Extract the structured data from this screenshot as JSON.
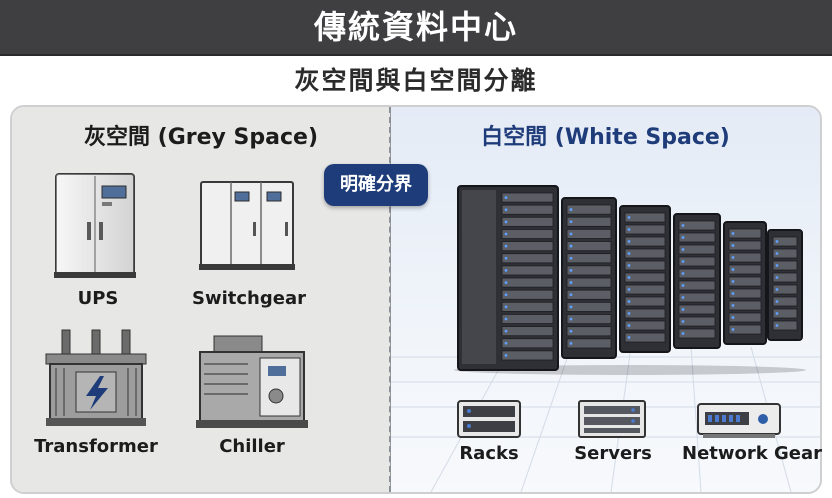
{
  "header": {
    "title": "傳統資料中心",
    "subtitle": "灰空間與白空間分離"
  },
  "grey_space": {
    "title": "灰空間 (Grey Space)",
    "items": [
      {
        "label": "UPS",
        "icon": "ups-cabinet-icon"
      },
      {
        "label": "Switchgear",
        "icon": "switchgear-icon"
      },
      {
        "label": "Transformer",
        "icon": "transformer-icon"
      },
      {
        "label": "Chiller",
        "icon": "chiller-icon"
      }
    ]
  },
  "boundary": {
    "label": "明確分界"
  },
  "white_space": {
    "title": "白空間 (White Space)",
    "items": [
      {
        "label": "Racks",
        "icon": "rack-icon"
      },
      {
        "label": "Servers",
        "icon": "server-icon"
      },
      {
        "label": "Network Gear",
        "icon": "network-gear-icon"
      }
    ]
  },
  "colors": {
    "header_bg": "#3f3f42",
    "accent_blue": "#1f3c7a",
    "grey_zone": "#e7e7e6",
    "white_zone": "#eef2f8"
  }
}
